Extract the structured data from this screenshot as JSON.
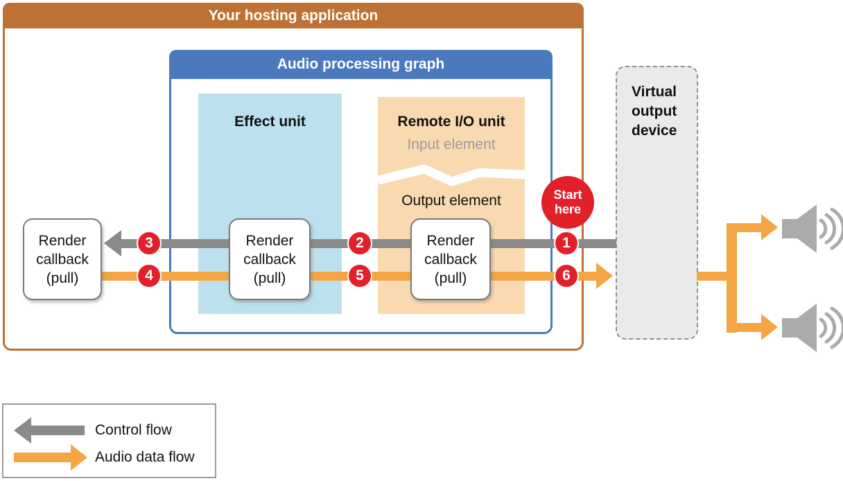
{
  "hosting_app": {
    "title": "Your hosting application"
  },
  "audio_graph": {
    "title": "Audio processing graph"
  },
  "effect_unit": {
    "title": "Effect unit"
  },
  "remote_io": {
    "title": "Remote I/O unit",
    "input_label": "Input element",
    "output_label": "Output element"
  },
  "virtual_device": {
    "title": "Virtual\noutput\ndevice"
  },
  "callbacks": [
    {
      "label": "Render\ncallback\n(pull)"
    },
    {
      "label": "Render\ncallback\n(pull)"
    },
    {
      "label": "Render\ncallback\n(pull)"
    }
  ],
  "start_here": {
    "label": "Start\nhere"
  },
  "steps": [
    "1",
    "2",
    "3",
    "4",
    "5",
    "6"
  ],
  "legend": {
    "control_label": "Control flow",
    "audio_label": "Audio data flow"
  },
  "colors": {
    "hosting_frame_orange": "#BE7134",
    "graph_frame_blue": "#4A79BD",
    "effect_unit_fill": "#BCE0ED",
    "remote_io_fill": "#F9D9B0",
    "device_fill": "#E9EBEA",
    "control_flow_gray": "#8A8A8A",
    "audio_flow_orange": "#F5A644",
    "badge_red": "#E2202A",
    "muted_label_gray": "#9B9B9B",
    "speaker_gray": "#ABABAB"
  }
}
